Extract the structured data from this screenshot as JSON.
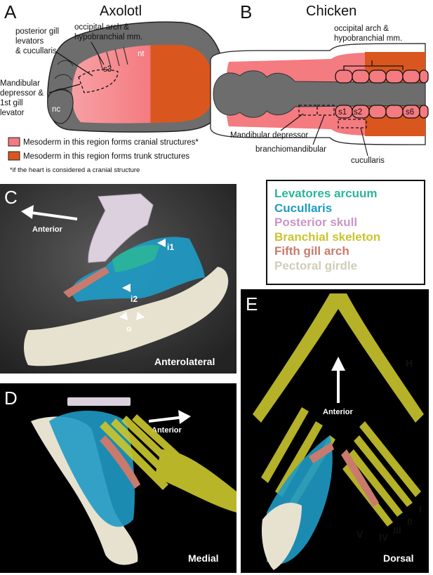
{
  "panel_a": {
    "letter": "A",
    "title": "Axolotl",
    "label_gill_levators": [
      "posterior gill",
      "levators",
      "& cucullaris"
    ],
    "label_occipital": [
      "occipital arch &",
      "hypobranchial mm."
    ],
    "label_mandibular": [
      "Mandibular",
      "depressor &",
      "1st gill",
      "levator"
    ],
    "nt": "nt",
    "nc": "nc",
    "s3": "s3",
    "legend_cranial": "Mesoderm in this region forms cranial structures*",
    "legend_trunk": "Mesoderm in this region forms trunk structures",
    "footnote": "*if the heart is considered a cranial structure",
    "colors": {
      "cranial": "#f47b80",
      "trunk": "#d9571f",
      "grey": "#6d6d6d"
    }
  },
  "panel_b": {
    "letter": "B",
    "title": "Chicken",
    "label_occipital": [
      "occipital arch &",
      "hypobranchial mm."
    ],
    "s1": "s1",
    "s2": "s2",
    "s6": "s6",
    "label_mandibular": "Mandibular depressor",
    "label_branchio": "branchiomandibular",
    "label_cucullaris": "cucullaris"
  },
  "panel_c": {
    "letter": "C",
    "anterior": "Anterior",
    "i1": "i1",
    "i2": "i2",
    "o": "o",
    "view": "Anterolateral"
  },
  "panel_d": {
    "letter": "D",
    "anterior": "Anterior",
    "view": "Medial"
  },
  "panel_e": {
    "letter": "E",
    "anterior": "Anterior",
    "h": "H",
    "roman": [
      "I",
      "II",
      "III",
      "IV",
      "V"
    ],
    "view": "Dorsal"
  },
  "legend": {
    "items": [
      {
        "label": "Levatores arcuum",
        "color": "#2bb59a"
      },
      {
        "label": "Cucullaris",
        "color": "#1f9ac4"
      },
      {
        "label": "Posterior skull",
        "color": "#c996c7"
      },
      {
        "label": "Branchial skeleton",
        "color": "#c9c52d"
      },
      {
        "label": "Fifth gill arch",
        "color": "#c97a6c"
      },
      {
        "label": "Pectoral girdle",
        "color": "#cfcdb8"
      }
    ]
  }
}
